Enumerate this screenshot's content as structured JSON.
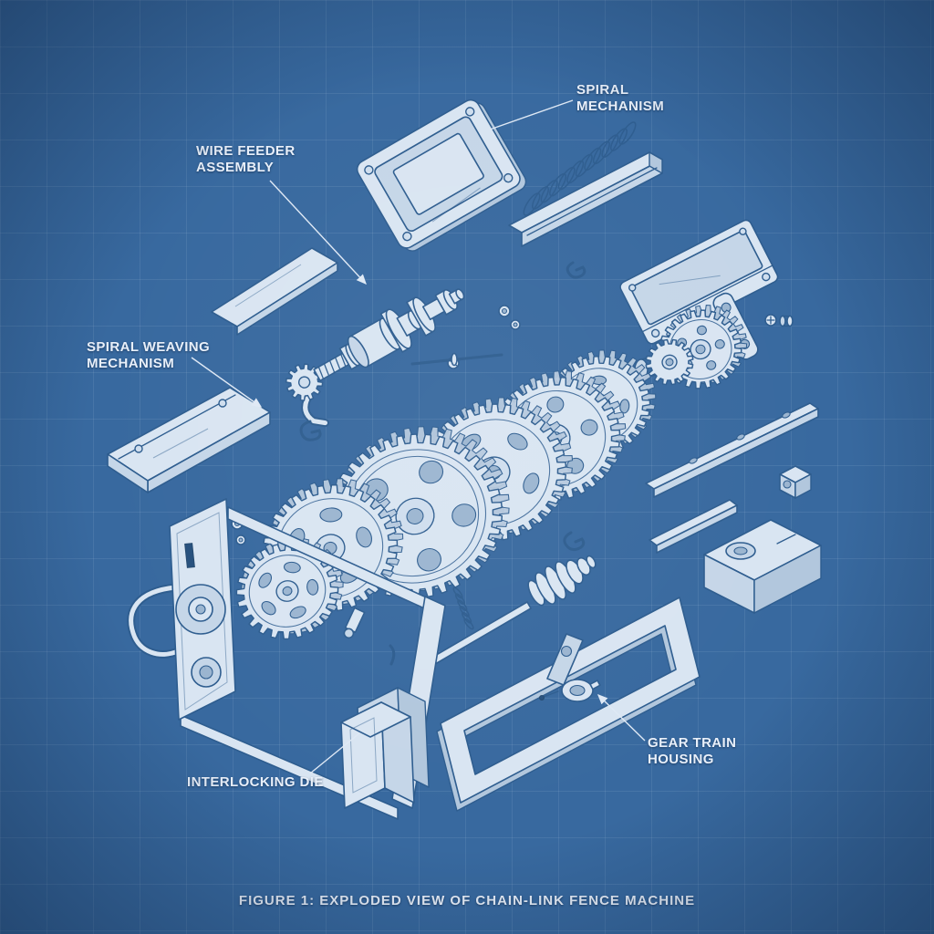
{
  "figure": {
    "caption": "FIGURE 1: EXPLODED VIEW OF CHAIN-LINK FENCE MACHINE"
  },
  "labels": {
    "spiral_mechanism": {
      "line1": "SPIRAL",
      "line2": "MECHANISM"
    },
    "wire_feeder_assembly": {
      "line1": "WIRE FEEDER",
      "line2": "ASSEMBLY"
    },
    "spiral_weaving_mechanism": {
      "line1": "SPIRAL WEAVING",
      "line2": "MECHANISM"
    },
    "interlocking_die": {
      "line1": "INTERLOCKING DIE"
    },
    "gear_train_housing": {
      "line1": "GEAR TRAIN",
      "line2": "HOUSING"
    }
  },
  "colors": {
    "background": "#38699F",
    "grid_line": "rgba(224,236,248,0.09)",
    "part_fill": "#D9E5F2",
    "part_stroke": "#2E5D8F",
    "label_text": "#E9F0FA"
  }
}
